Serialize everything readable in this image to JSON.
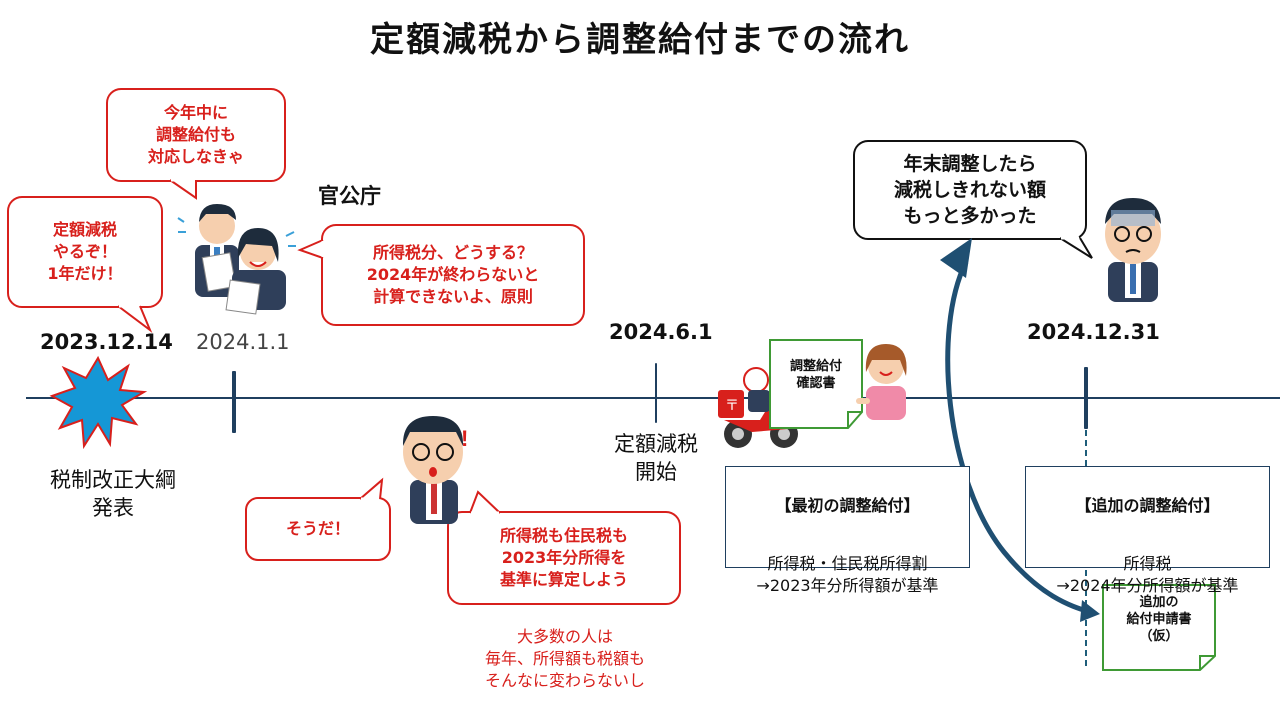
{
  "title": "定額減税から調整給付までの流れ",
  "colors": {
    "accent_red": "#d8201c",
    "timeline": "#1f3f5f",
    "doc_border": "#3f9a35",
    "burst": "#1597d6"
  },
  "timeline": {
    "dates": {
      "d1": "2023.12.14",
      "d2": "2024.1.1",
      "d3": "2024.6.1",
      "d4": "2024.12.31"
    },
    "events": {
      "announce": "税制改正大綱\n発表",
      "start": "定額減税\n開始"
    }
  },
  "labels": {
    "agency": "官公庁"
  },
  "bubbles": {
    "teigaku": "定額減税\nやるぞ！\n1年だけ！",
    "konnenchu": "今年中に\n調整給付も\n対応しなきゃ",
    "shotokuzei": "所得税分、どうする？\n2024年が終わらないと\n計算できないよ、原則",
    "souda": "そうだ！",
    "kijun": "所得税も住民税も\n2023年分所得を\n基準に算定しよう",
    "nenmatsu": "年末調整したら\n減税しきれない額\nもっと多かった"
  },
  "notes": {
    "majority": "大多数の人は\n毎年、所得額も税額も\nそんなに変わらないし"
  },
  "boxes": {
    "first": {
      "title": "【最初の調整給付】",
      "body": "所得税・住民税所得割\n→2023年分所得額が基準"
    },
    "additional": {
      "title": "【追加の調整給付】",
      "body": "所得税\n→2024年分所得額が基準"
    }
  },
  "docs": {
    "confirm": "調整給付\n確認書",
    "application": "追加の\n給付申請書\n（仮）"
  },
  "icons": [
    "burst-icon",
    "officials-icon",
    "man-idea-icon",
    "delivery-scooter-icon",
    "woman-icon",
    "worried-man-icon"
  ]
}
